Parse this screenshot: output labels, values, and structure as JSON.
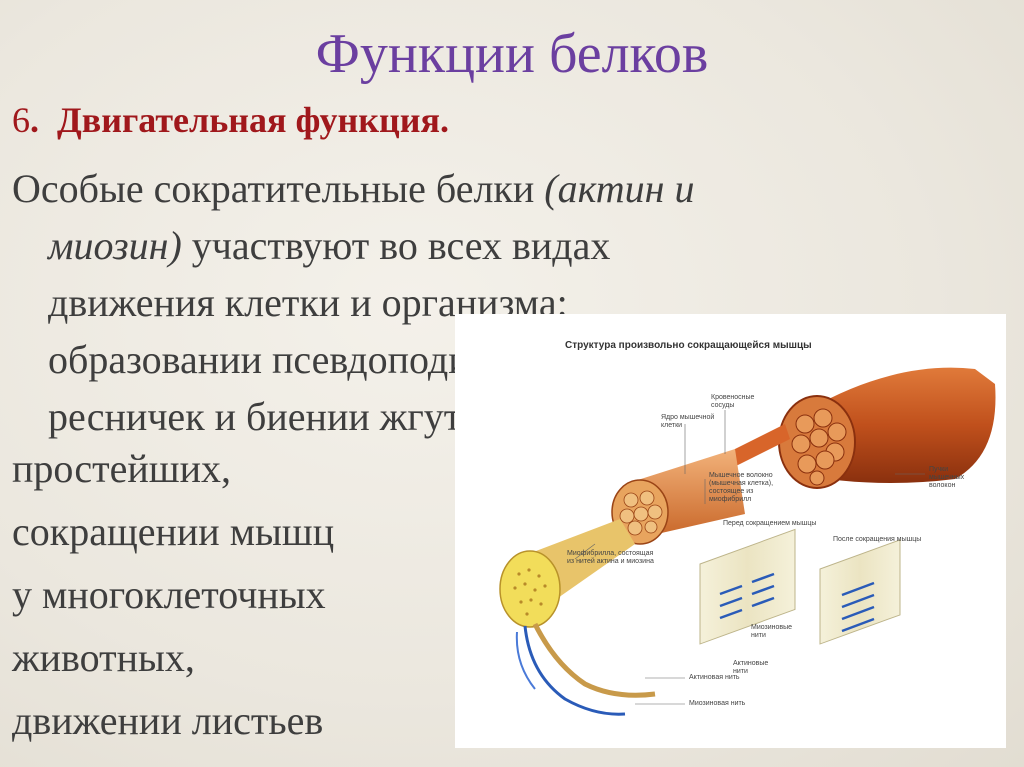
{
  "slide": {
    "title": "Функции белков",
    "heading_number": "6",
    "heading_dot": ".",
    "heading_text": "Двигательная функция.",
    "paragraph": {
      "line1_plain": "Особые сократительные белки ",
      "line1_italic": "(актин и",
      "line2_italic": "миозин)",
      "line2_plain": " участвуют во всех видах",
      "line3": "движения клетки и организма:",
      "line4": "образовании псевдоподий, мерцании",
      "line5": "ресничек и биении жгутиков у"
    },
    "lower_lines": [
      "простейших,",
      "сокращении мышц",
      "у многоклеточных",
      "животных,",
      "движении листьев"
    ]
  },
  "figure": {
    "title": "Структура произвольно сокращающейся мышцы",
    "labels": {
      "blood_vessels": "Кровеносные\nсосуды",
      "nucleus": "Ядро мышечной\nклетки",
      "muscle_fiber": "Мышечное волокно\n(мышечная клетка),\nсостоящее из\nмиофибрилл",
      "bundles": "Пучки\nмышечных\nволокон",
      "myofibril": "Миофибрилла, состоящая\nиз нитей актина и миозина",
      "before": "Перед сокращением мышцы",
      "after": "После сокращения мышцы",
      "myosin_filaments": "Миозиновые\nнити",
      "actin_filaments": "Актиновые\nнити",
      "actin_filament": "Актиновая нить",
      "myosin_filament": "Миозиновая нить"
    },
    "colors": {
      "muscle": "#c0501c",
      "muscle_dark": "#7a2a0c",
      "fibril_yellow": "#f2dd5a",
      "myosin_blue": "#2a5bb8",
      "cylinder": "#f1ecd0"
    }
  }
}
